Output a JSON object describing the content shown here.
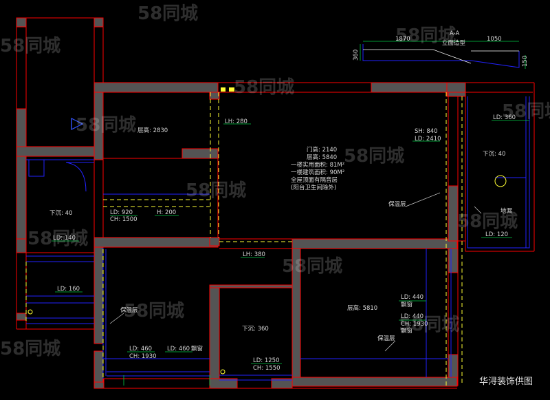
{
  "watermark": "58同城",
  "credit": "华浔装饰供图",
  "section": {
    "title": "A-A",
    "subtitle": "立面造型",
    "dim_left": "1870",
    "dim_right": "1050",
    "dim_height_left": "360",
    "dim_height_right": "150"
  },
  "rooms": {
    "upper_left_ceiling": "层高: 2830",
    "left_sink": "下沉: 40",
    "right_sink": "下沉: 40",
    "right_floor_drain": "地漏",
    "center_sink": "下沉: 360",
    "lower_right_ceiling": "层高: 5810"
  },
  "info": [
    "门高: 2140",
    "层高: 5840",
    "一楼实用面积: 81M²",
    "一楼建筑面积: 90M²",
    "全屋顶面有隔音层",
    "(阳台卫生间除外)"
  ],
  "dims": {
    "lh280": "LH: 280",
    "sh840": "SH: 840",
    "ld2410": "LD: 2410",
    "ld360": "LD: 360",
    "ld920": "LD: 920",
    "ch1500": "CH: 1500",
    "h200": "H: 200",
    "ld140": "LD: 140",
    "ld120": "LD: 120",
    "lh380": "LH: 380",
    "ld160": "LD: 160",
    "ld440a": "LD: 440",
    "bay_window_a": "飘窗",
    "ld440b": "LD: 440",
    "ch1930a": "CH: 1930",
    "bay_window_b": "飘窗",
    "ld460a": "LD: 460",
    "ch1930b": "CH: 1930",
    "ld460b": "LD: 460",
    "bay_window_c": "飘窗",
    "ld1250": "LD: 1250",
    "ch1550": "CH: 1550"
  },
  "insulation": {
    "center": "保温层",
    "lower_left": "保温层",
    "lower_right": "保温层"
  },
  "colors": {
    "wall": "#ff0000",
    "wall_fill": "#545454",
    "blue": "#2222ff",
    "yellow": "#ffff33",
    "green": "#00cc44",
    "text": "#e6e6e6"
  }
}
